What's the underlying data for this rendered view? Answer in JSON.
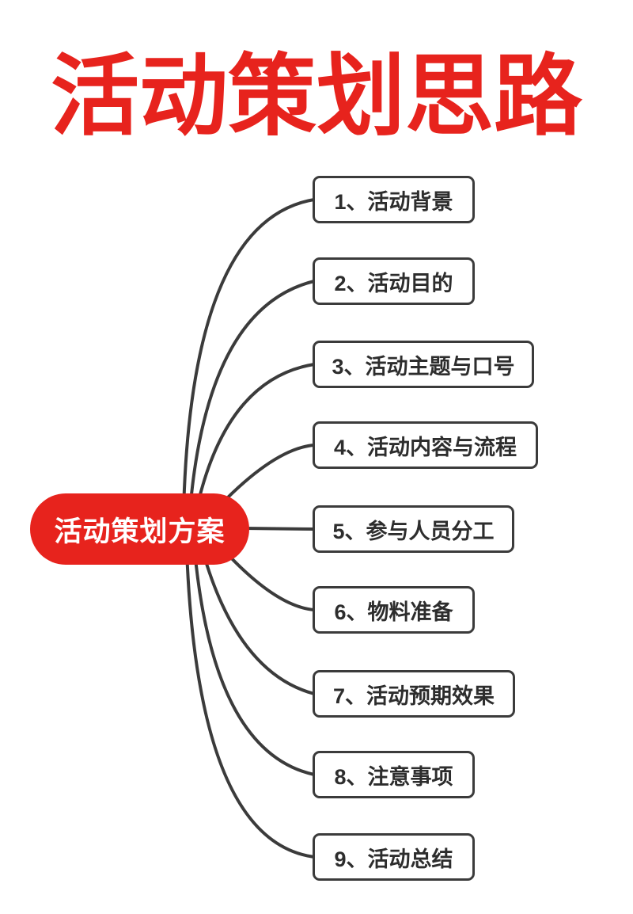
{
  "page": {
    "background_color": "#ffffff"
  },
  "title": {
    "text": "活动策划思路",
    "color": "#e7231d"
  },
  "mindmap": {
    "center": {
      "label": "活动策划方案",
      "fill_color": "#e7231d",
      "text_color": "#ffffff"
    },
    "branches": [
      {
        "label": "1、活动背景"
      },
      {
        "label": "2、活动目的"
      },
      {
        "label": "3、活动主题与口号"
      },
      {
        "label": "4、活动内容与流程"
      },
      {
        "label": "5、参与人员分工"
      },
      {
        "label": "6、物料准备"
      },
      {
        "label": "7、活动预期效果"
      },
      {
        "label": "8、注意事项"
      },
      {
        "label": "9、活动总结"
      }
    ],
    "line_color": "#3b3b3b",
    "box_border_color": "#3b3b3b",
    "box_text_color": "#2d2d2d"
  }
}
